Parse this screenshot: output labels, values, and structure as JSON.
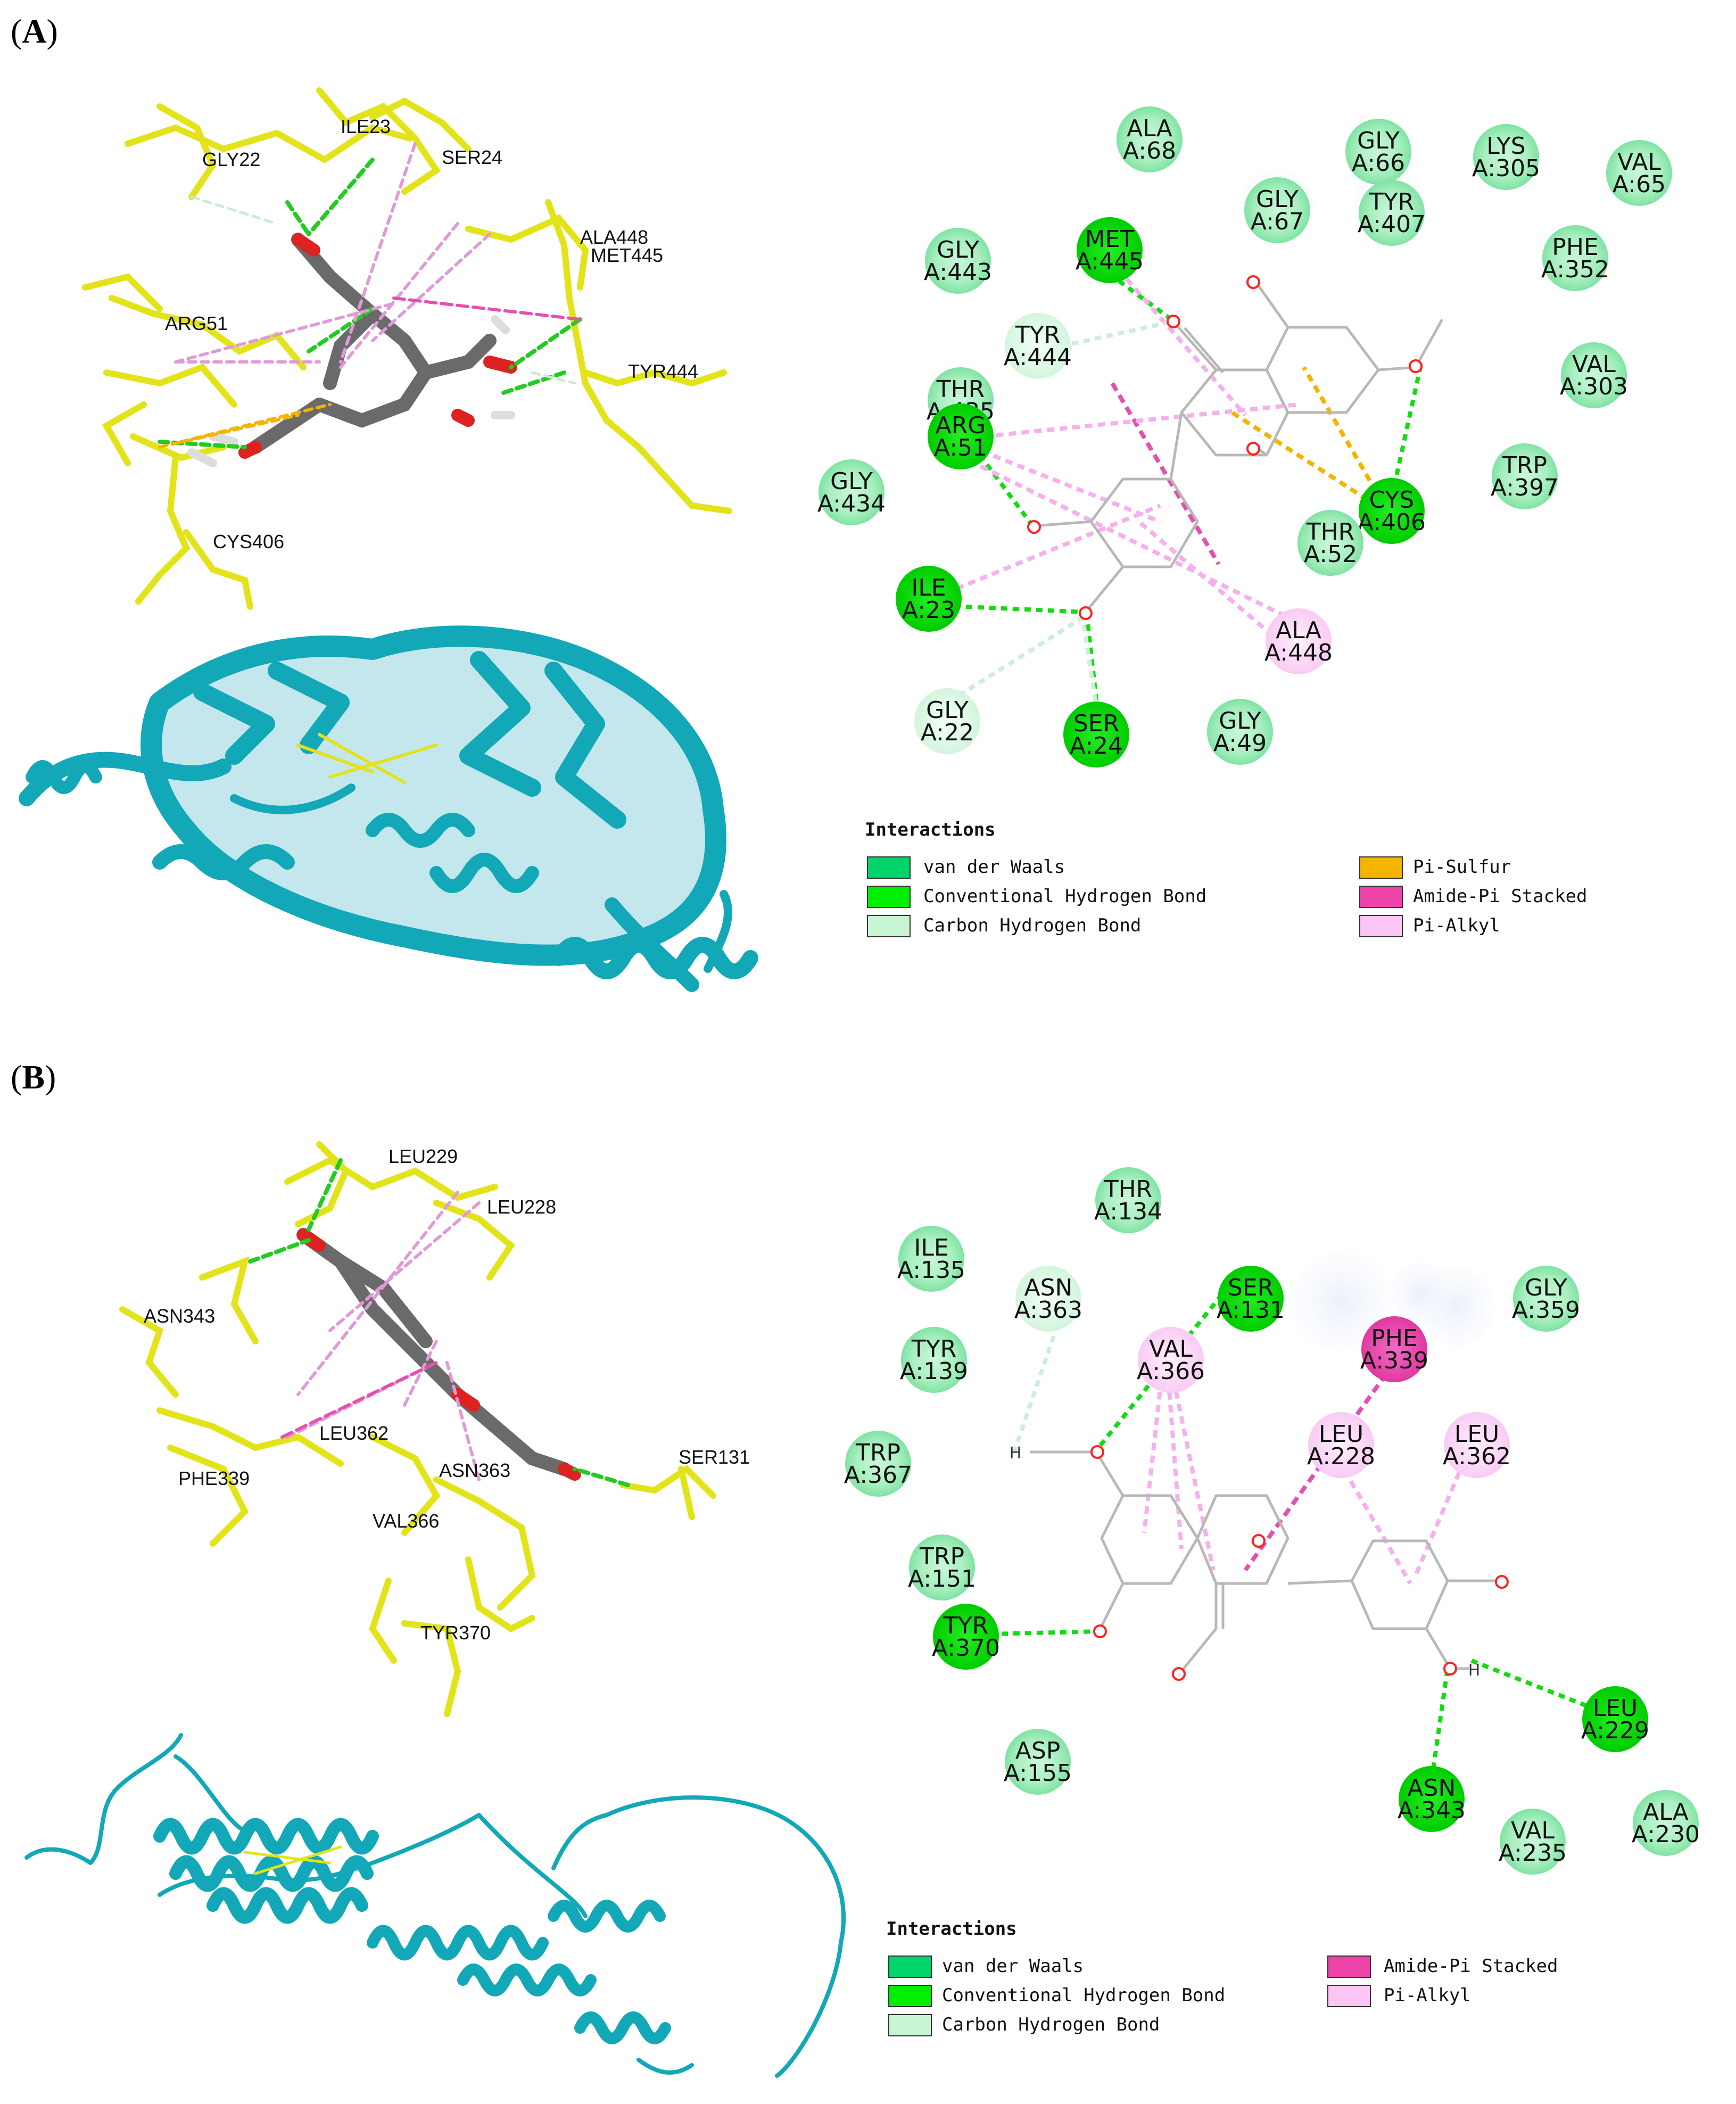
{
  "panels": [
    {
      "letter_open": "(",
      "letter": "A",
      "letter_close": ")",
      "residues_3d": [
        {
          "id": "ile23",
          "label": "ILE23"
        },
        {
          "id": "gly22",
          "label": "GLY22"
        },
        {
          "id": "ser24",
          "label": "SER24"
        },
        {
          "id": "ala448",
          "label": "ALA448"
        },
        {
          "id": "met445",
          "label": "MET445"
        },
        {
          "id": "arg51",
          "label": "ARG51"
        },
        {
          "id": "tyr444",
          "label": "TYR444"
        },
        {
          "id": "cys406",
          "label": "CYS406"
        }
      ],
      "residues_2d": [
        {
          "id": "ala68",
          "name": "ALA",
          "num": "A:68",
          "type": "vdw"
        },
        {
          "id": "gly66",
          "name": "GLY",
          "num": "A:66",
          "type": "vdw"
        },
        {
          "id": "lys305",
          "name": "LYS",
          "num": "A:305",
          "type": "vdw"
        },
        {
          "id": "val65",
          "name": "VAL",
          "num": "A:65",
          "type": "vdw"
        },
        {
          "id": "gly67",
          "name": "GLY",
          "num": "A:67",
          "type": "vdw"
        },
        {
          "id": "tyr407",
          "name": "TYR",
          "num": "A:407",
          "type": "vdw"
        },
        {
          "id": "met445",
          "name": "MET",
          "num": "A:445",
          "type": "hbond"
        },
        {
          "id": "gly443",
          "name": "GLY",
          "num": "A:443",
          "type": "vdw"
        },
        {
          "id": "phe352",
          "name": "PHE",
          "num": "A:352",
          "type": "vdw"
        },
        {
          "id": "tyr444",
          "name": "TYR",
          "num": "A:444",
          "type": "chbond"
        },
        {
          "id": "val303",
          "name": "VAL",
          "num": "A:303",
          "type": "vdw"
        },
        {
          "id": "thr435",
          "name": "THR",
          "num": "A:435",
          "type": "vdw"
        },
        {
          "id": "arg51",
          "name": "ARG",
          "num": "A:51",
          "type": "hbond"
        },
        {
          "id": "trp397",
          "name": "TRP",
          "num": "A:397",
          "type": "vdw"
        },
        {
          "id": "gly434",
          "name": "GLY",
          "num": "A:434",
          "type": "vdw"
        },
        {
          "id": "cys406",
          "name": "CYS",
          "num": "A:406",
          "type": "hbond"
        },
        {
          "id": "thr52",
          "name": "THR",
          "num": "A:52",
          "type": "vdw"
        },
        {
          "id": "ile23",
          "name": "ILE",
          "num": "A:23",
          "type": "hbond"
        },
        {
          "id": "ala448",
          "name": "ALA",
          "num": "A:448",
          "type": "pialkyl"
        },
        {
          "id": "gly22",
          "name": "GLY",
          "num": "A:22",
          "type": "chbond"
        },
        {
          "id": "ser24",
          "name": "SER",
          "num": "A:24",
          "type": "hbond"
        },
        {
          "id": "gly49",
          "name": "GLY",
          "num": "A:49",
          "type": "vdw"
        }
      ],
      "legend": {
        "title": "Interactions",
        "items": [
          {
            "label": "van der Waals",
            "color": "#00d46a"
          },
          {
            "label": "Conventional Hydrogen Bond",
            "color": "#00ee00"
          },
          {
            "label": "Carbon Hydrogen Bond",
            "color": "#c8f5d2"
          },
          {
            "label": "Pi-Sulfur",
            "color": "#f5b400"
          },
          {
            "label": "Amide-Pi Stacked",
            "color": "#ee44aa"
          },
          {
            "label": "Pi-Alkyl",
            "color": "#fbc6f4"
          }
        ]
      }
    },
    {
      "letter_open": "(",
      "letter": "B",
      "letter_close": ")",
      "residues_3d": [
        {
          "id": "leu229",
          "label": "LEU229"
        },
        {
          "id": "leu228",
          "label": "LEU228"
        },
        {
          "id": "asn343",
          "label": "ASN343"
        },
        {
          "id": "leu362",
          "label": "LEU362"
        },
        {
          "id": "phe339",
          "label": "PHE339"
        },
        {
          "id": "asn363",
          "label": "ASN363"
        },
        {
          "id": "ser131",
          "label": "SER131"
        },
        {
          "id": "val366",
          "label": "VAL366"
        },
        {
          "id": "tyr370",
          "label": "TYR370"
        }
      ],
      "residues_2d": [
        {
          "id": "thr134",
          "name": "THR",
          "num": "A:134",
          "type": "vdw"
        },
        {
          "id": "ile135",
          "name": "ILE",
          "num": "A:135",
          "type": "vdw"
        },
        {
          "id": "asn363",
          "name": "ASN",
          "num": "A:363",
          "type": "chbond"
        },
        {
          "id": "ser131",
          "name": "SER",
          "num": "A:131",
          "type": "hbond"
        },
        {
          "id": "gly359",
          "name": "GLY",
          "num": "A:359",
          "type": "vdw"
        },
        {
          "id": "tyr139",
          "name": "TYR",
          "num": "A:139",
          "type": "vdw"
        },
        {
          "id": "val366",
          "name": "VAL",
          "num": "A:366",
          "type": "pialkyl"
        },
        {
          "id": "phe339",
          "name": "PHE",
          "num": "A:339",
          "type": "amidepi"
        },
        {
          "id": "leu228",
          "name": "LEU",
          "num": "A:228",
          "type": "pialkyl"
        },
        {
          "id": "leu362",
          "name": "LEU",
          "num": "A:362",
          "type": "pialkyl"
        },
        {
          "id": "trp367",
          "name": "TRP",
          "num": "A:367",
          "type": "vdw"
        },
        {
          "id": "trp151",
          "name": "TRP",
          "num": "A:151",
          "type": "vdw"
        },
        {
          "id": "tyr370",
          "name": "TYR",
          "num": "A:370",
          "type": "hbond"
        },
        {
          "id": "leu229",
          "name": "LEU",
          "num": "A:229",
          "type": "hbond"
        },
        {
          "id": "asp155",
          "name": "ASP",
          "num": "A:155",
          "type": "vdw"
        },
        {
          "id": "asn343",
          "name": "ASN",
          "num": "A:343",
          "type": "hbond"
        },
        {
          "id": "val235",
          "name": "VAL",
          "num": "A:235",
          "type": "vdw"
        },
        {
          "id": "ala230",
          "name": "ALA",
          "num": "A:230",
          "type": "vdw"
        }
      ],
      "atoms": [
        "H",
        "H"
      ],
      "legend": {
        "title": "Interactions",
        "items": [
          {
            "label": "van der Waals",
            "color": "#00d46a"
          },
          {
            "label": "Conventional Hydrogen Bond",
            "color": "#00ee00"
          },
          {
            "label": "Carbon Hydrogen Bond",
            "color": "#c8f5d2"
          },
          {
            "label": "Amide-Pi Stacked",
            "color": "#ee44aa"
          },
          {
            "label": "Pi-Alkyl",
            "color": "#fbc6f4"
          }
        ]
      }
    }
  ]
}
